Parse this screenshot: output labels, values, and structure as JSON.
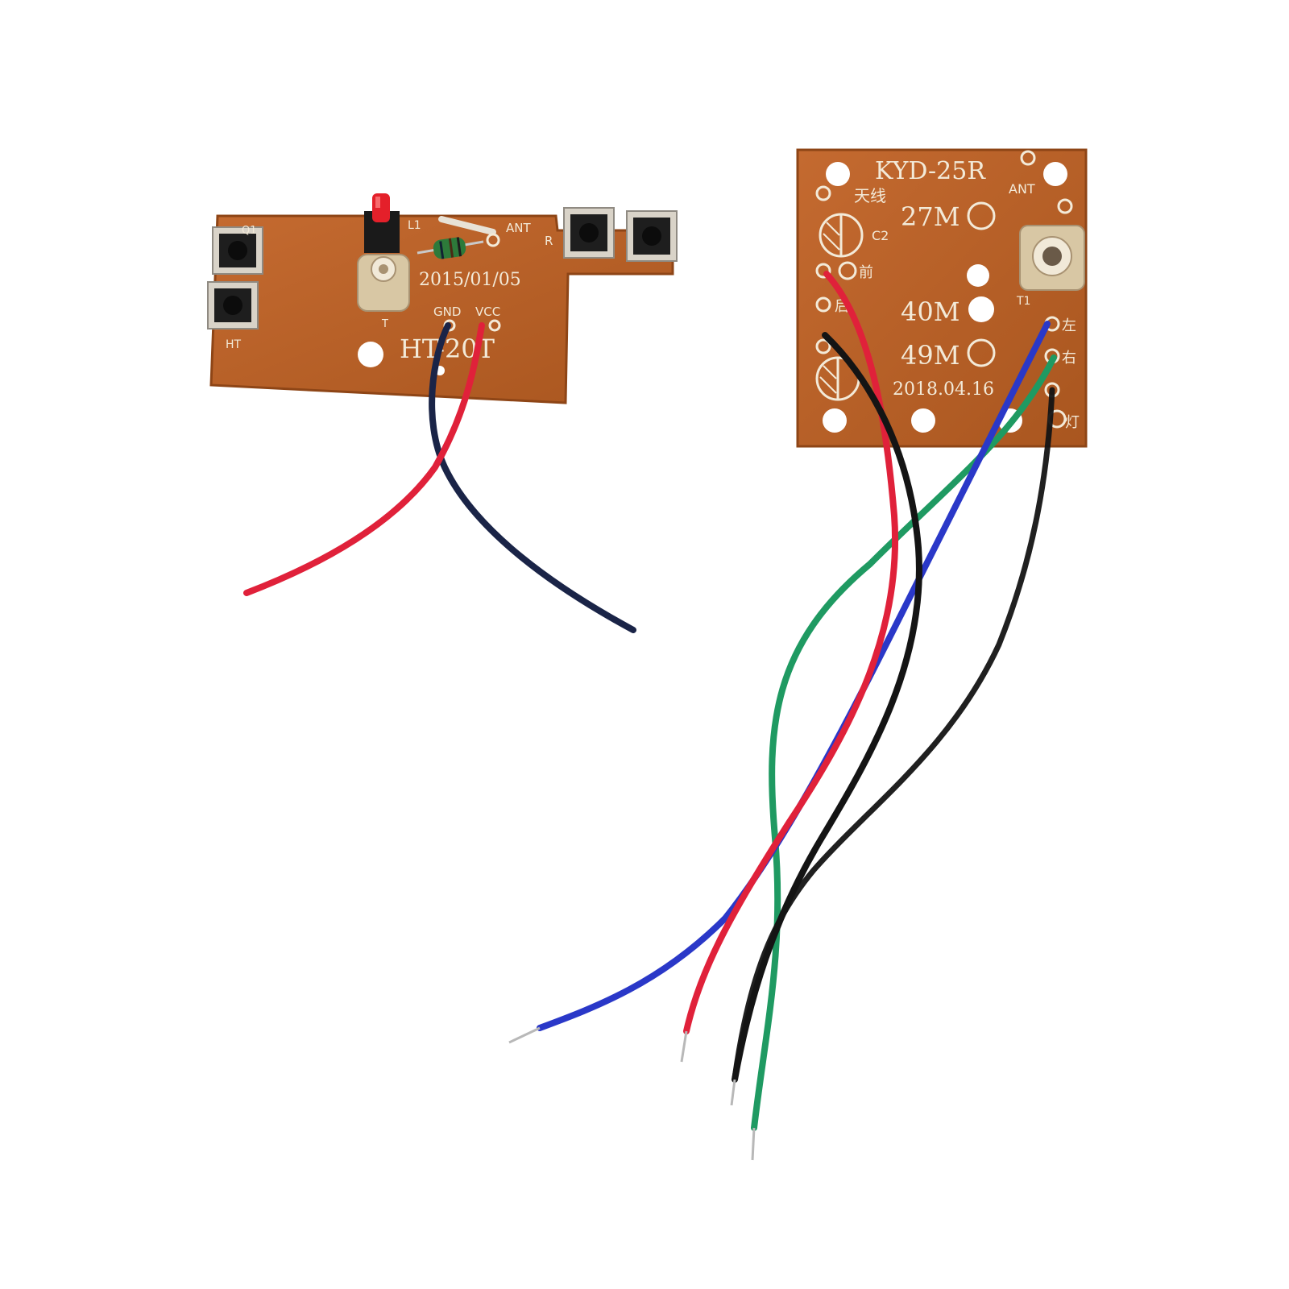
{
  "transmitter": {
    "model_label": "HT-20T",
    "date_label": "2015/01/05",
    "gnd_label": "GND",
    "vcc_label": "VCC",
    "ant_label": "ANT",
    "l1_label": "L1",
    "r_label": "R",
    "t_label": "T",
    "ht_label": "HT",
    "corner_label": "Q1"
  },
  "receiver": {
    "model_label": "KYD-25R",
    "ant_label": "ANT",
    "antenna_cn": "天线",
    "c2_label": "C2",
    "freq_27": "27M",
    "freq_40": "40M",
    "freq_49": "49M",
    "date_label": "2018.04.16",
    "forward_cn": "前",
    "back_cn": "后",
    "left_cn": "左",
    "right_cn": "右",
    "light_cn": "灯",
    "t1_label": "T1"
  },
  "colors": {
    "pcb": "#b8612a",
    "wire_red": "#e0213a",
    "wire_black": "#141414",
    "wire_navy": "#1a2447",
    "wire_blue": "#2a38c8",
    "wire_green": "#1f9a62"
  }
}
